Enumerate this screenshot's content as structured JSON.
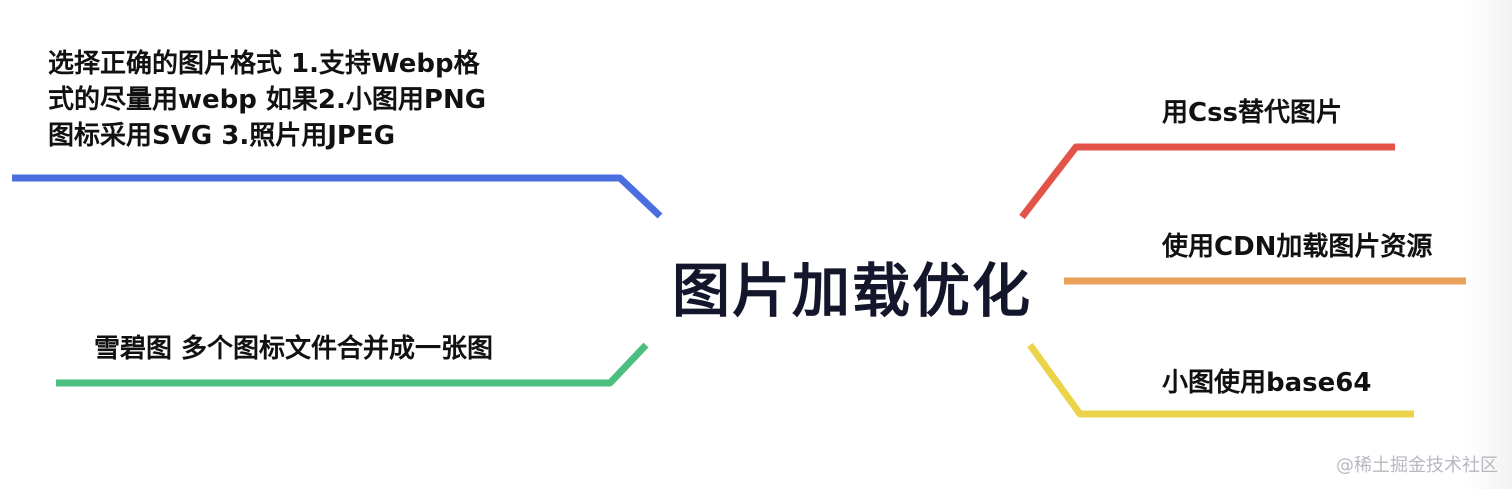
{
  "center": {
    "title": "图片加载优化"
  },
  "branches": {
    "left_top": {
      "lines": [
        "选择正确的图片格式 1.支持Webp格",
        "式的尽量用webp  如果2.小图用PNG",
        "图标采用SVG 3.照片用JPEG"
      ],
      "color": "#4a6ee0"
    },
    "left_bottom": {
      "label": "雪碧图 多个图标文件合并成一张图",
      "color": "#4cbf80"
    },
    "right_1": {
      "label": "用Css替代图片",
      "color": "#e4534a"
    },
    "right_2": {
      "label": "使用CDN加载图片资源",
      "color": "#eaa15a"
    },
    "right_3": {
      "label": "小图使用base64",
      "color": "#ecd44a"
    }
  },
  "watermark": "@稀土掘金技术社区"
}
